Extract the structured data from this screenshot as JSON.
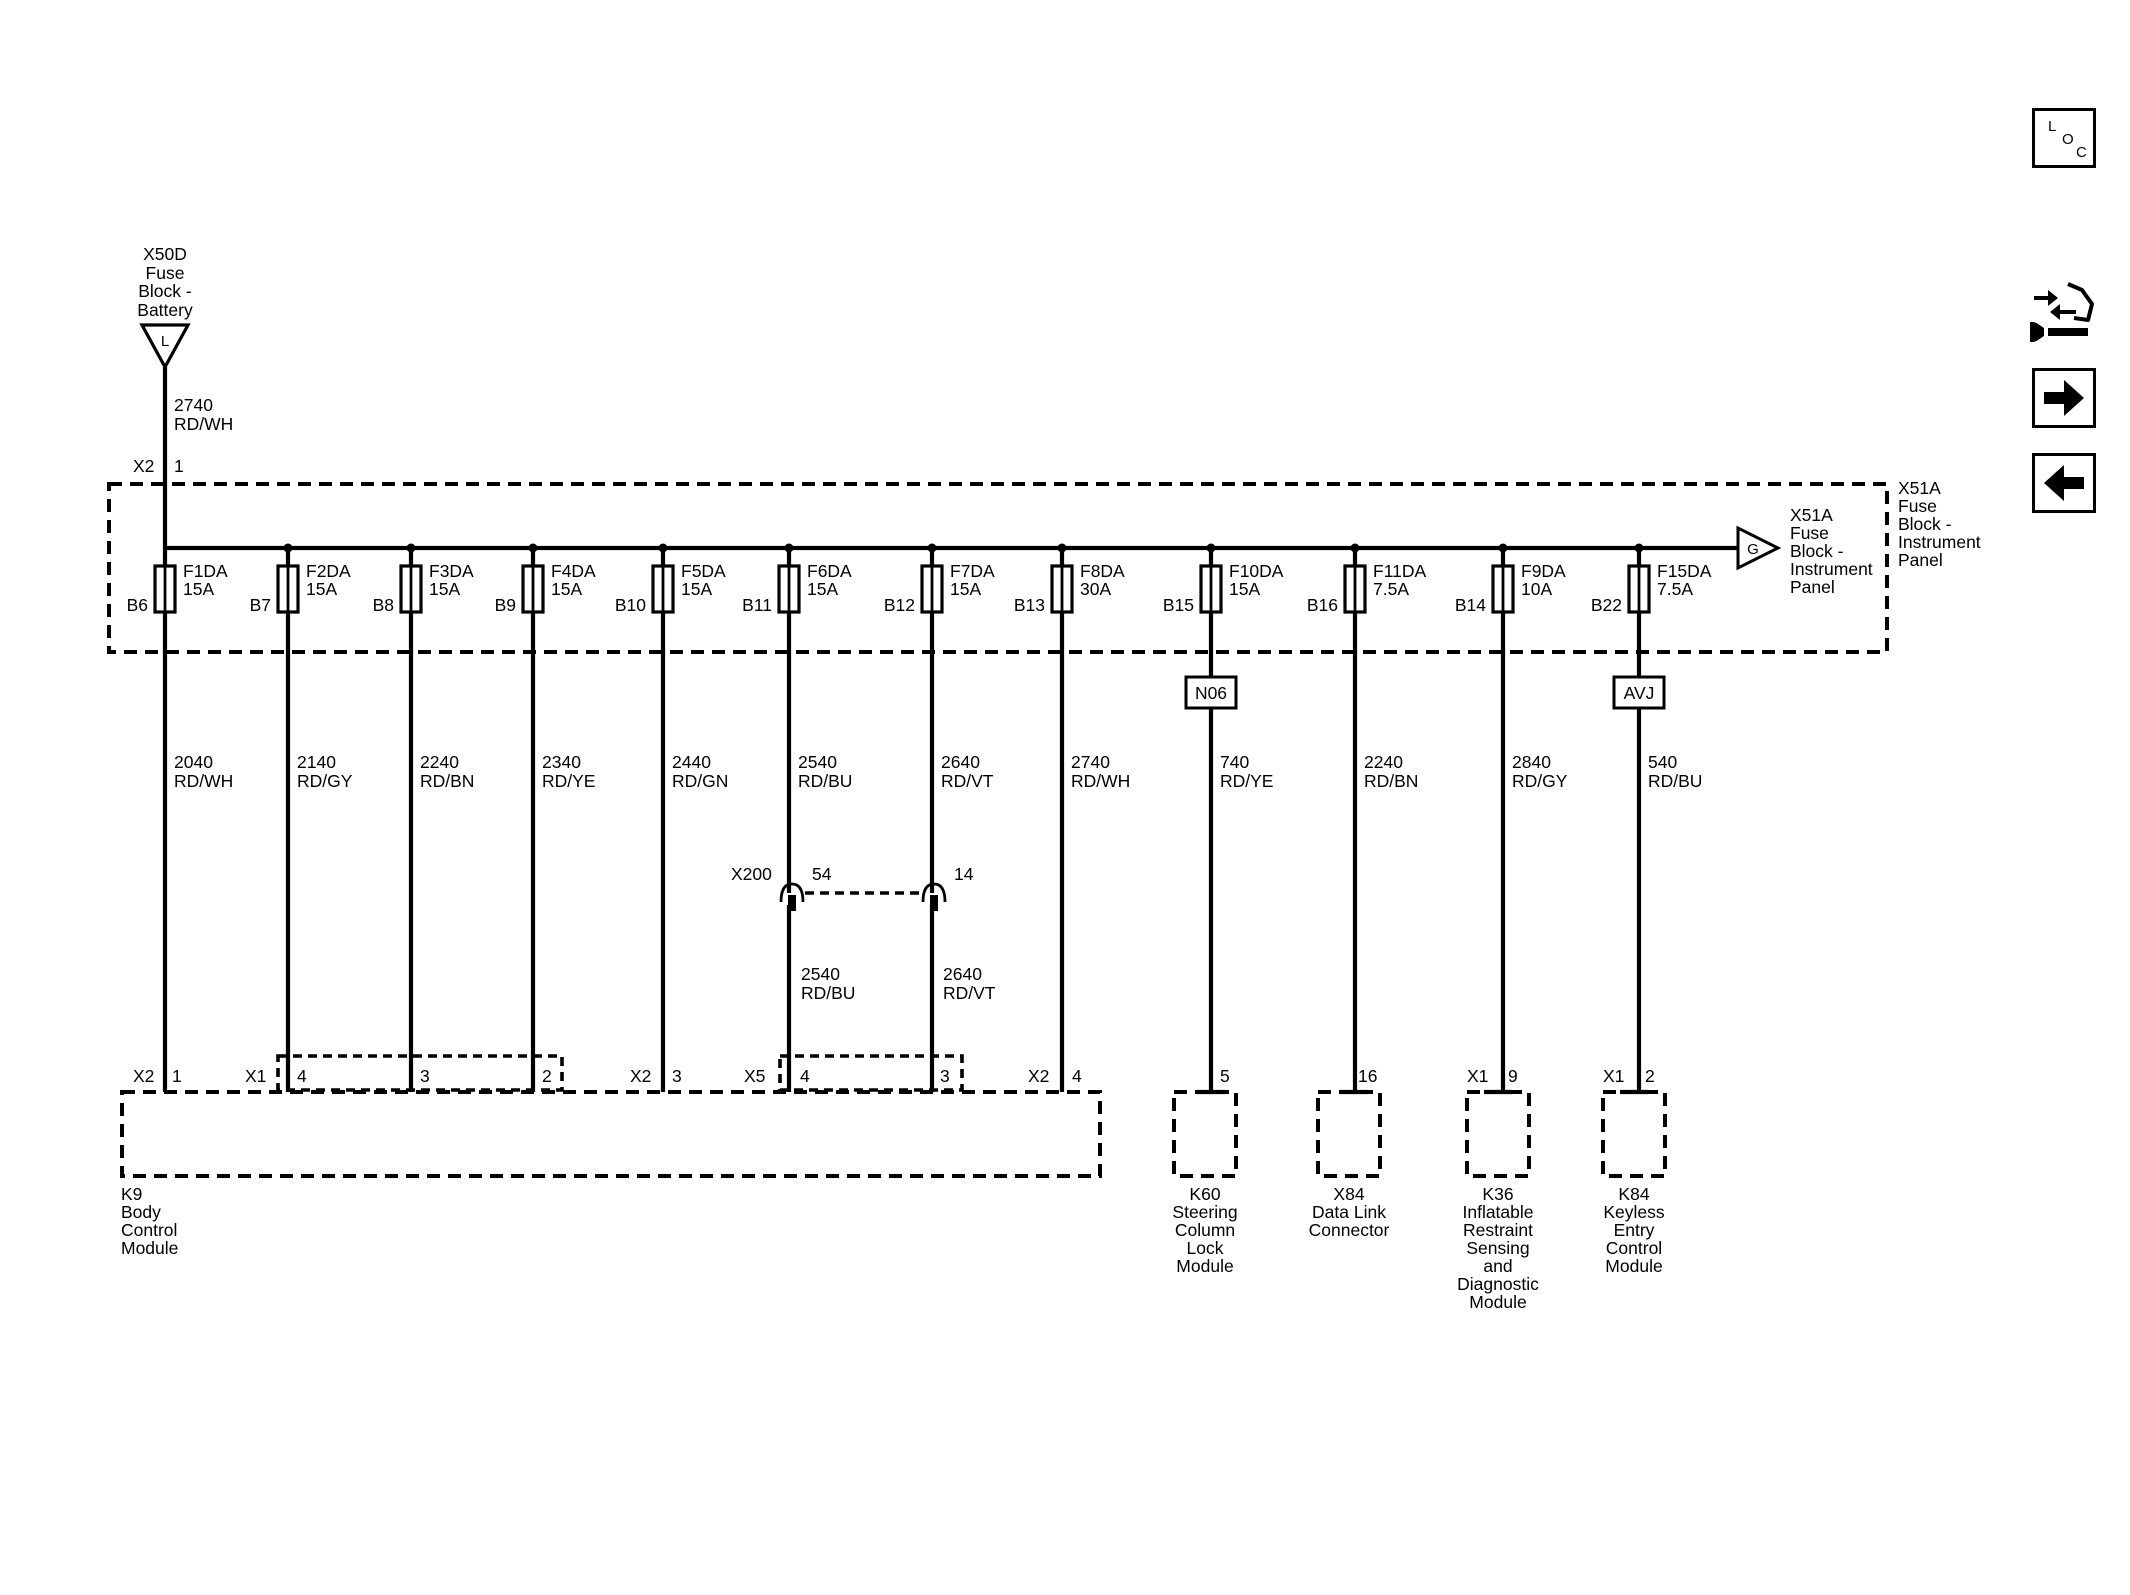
{
  "source": {
    "id": "X50D",
    "lines": [
      "X50D",
      "Fuse",
      "Block -",
      "Battery"
    ],
    "terminal": "L",
    "wire_circuit": "2740",
    "wire_color": "RD/WH",
    "connector": "X2",
    "pin": "1"
  },
  "fuse_block": {
    "lines": [
      "X51A",
      "Fuse",
      "Block -",
      "Instrument",
      "Panel"
    ],
    "terminal": "G",
    "bus_lines": [
      "X51A",
      "Fuse",
      "Block -",
      "Instrument",
      "Panel"
    ]
  },
  "fuses": [
    {
      "name": "F1DA",
      "rating": "15A",
      "pin": "B6",
      "circuit": "2040",
      "color": "RD/WH"
    },
    {
      "name": "F2DA",
      "rating": "15A",
      "pin": "B7",
      "circuit": "2140",
      "color": "RD/GY"
    },
    {
      "name": "F3DA",
      "rating": "15A",
      "pin": "B8",
      "circuit": "2240",
      "color": "RD/BN"
    },
    {
      "name": "F4DA",
      "rating": "15A",
      "pin": "B9",
      "circuit": "2340",
      "color": "RD/YE"
    },
    {
      "name": "F5DA",
      "rating": "15A",
      "pin": "B10",
      "circuit": "2440",
      "color": "RD/GN"
    },
    {
      "name": "F6DA",
      "rating": "15A",
      "pin": "B11",
      "circuit": "2540",
      "color": "RD/BU"
    },
    {
      "name": "F7DA",
      "rating": "15A",
      "pin": "B12",
      "circuit": "2640",
      "color": "RD/VT"
    },
    {
      "name": "F8DA",
      "rating": "30A",
      "pin": "B13",
      "circuit": "2740",
      "color": "RD/WH"
    },
    {
      "name": "F10DA",
      "rating": "15A",
      "pin": "B15",
      "circuit": "740",
      "color": "RD/YE"
    },
    {
      "name": "F11DA",
      "rating": "7.5A",
      "pin": "B16",
      "circuit": "2240",
      "color": "RD/BN"
    },
    {
      "name": "F9DA",
      "rating": "10A",
      "pin": "B14",
      "circuit": "2840",
      "color": "RD/GY"
    },
    {
      "name": "F15DA",
      "rating": "7.5A",
      "pin": "B22",
      "circuit": "540",
      "color": "RD/BU"
    }
  ],
  "options": {
    "n06": "N06",
    "avj": "AVJ"
  },
  "inline_connector": {
    "name": "X200",
    "pin_a": "54",
    "pin_b": "14",
    "lower_a_circuit": "2540",
    "lower_a_color": "RD/BU",
    "lower_b_circuit": "2640",
    "lower_b_color": "RD/VT"
  },
  "bcm_pins": [
    {
      "conn": "X2",
      "pin": "1"
    },
    {
      "conn": "X1",
      "pin": "4"
    },
    {
      "conn": "",
      "pin": "3"
    },
    {
      "conn": "",
      "pin": "2"
    },
    {
      "conn": "X2",
      "pin": "3"
    },
    {
      "conn": "X5",
      "pin": "4"
    },
    {
      "conn": "",
      "pin": "3"
    },
    {
      "conn": "X2",
      "pin": "4"
    }
  ],
  "modules": {
    "k9": {
      "lines": [
        "K9",
        "Body",
        "Control",
        "Module"
      ]
    },
    "k60": {
      "pin": "5",
      "lines": [
        "K60",
        "Steering",
        "Column",
        "Lock",
        "Module"
      ]
    },
    "x84": {
      "pin": "16",
      "lines": [
        "X84",
        "Data Link",
        "Connector"
      ]
    },
    "k36": {
      "conn": "X1",
      "pin": "9",
      "lines": [
        "K36",
        "Inflatable",
        "Restraint",
        "Sensing",
        "and",
        "Diagnostic",
        "Module"
      ]
    },
    "k84": {
      "conn": "X1",
      "pin": "2",
      "lines": [
        "K84",
        "Keyless",
        "Entry",
        "Control",
        "Module"
      ]
    }
  },
  "side_panel": {
    "loc_letters": [
      "L",
      "O",
      "C"
    ],
    "icons": [
      "connector-wrench-icon",
      "arrow-right-icon",
      "arrow-left-icon"
    ]
  }
}
